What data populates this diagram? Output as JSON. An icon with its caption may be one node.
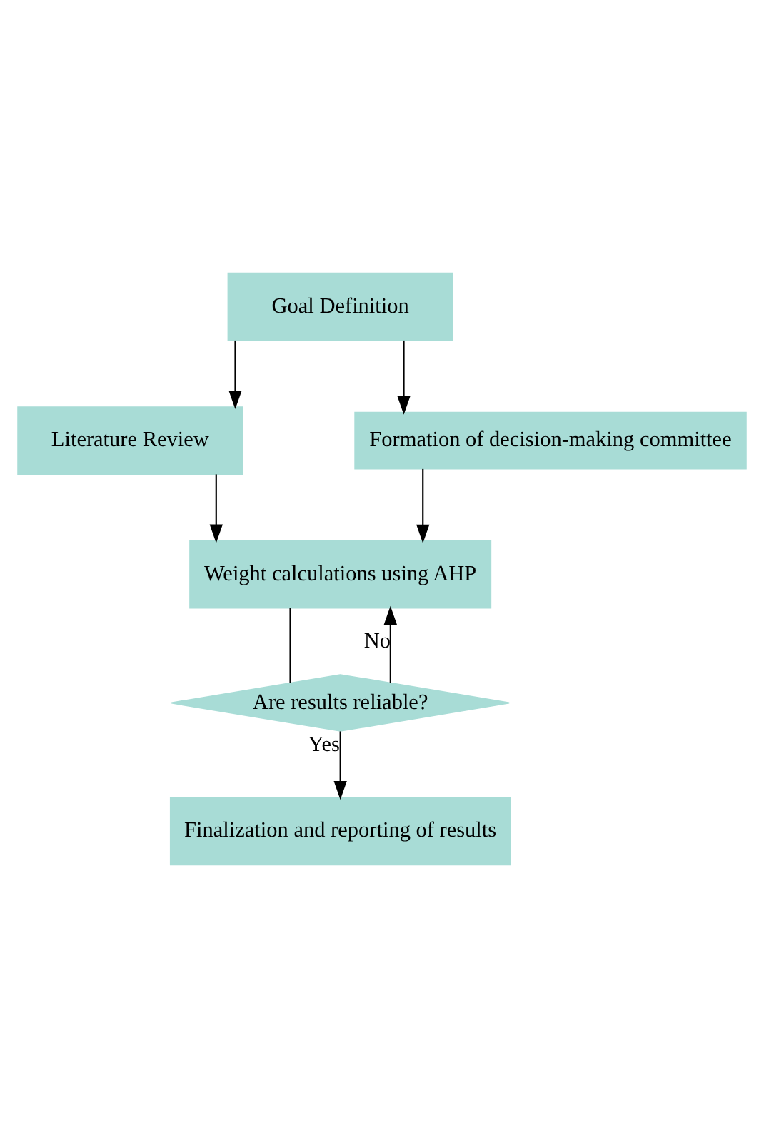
{
  "diagram": {
    "nodes": [
      {
        "text": [
          "Goal Definition"
        ]
      },
      {
        "text": [
          "Literature Review"
        ]
      },
      {
        "text": [
          "Formation of decision-making committee"
        ]
      },
      {
        "text": [
          "Weight calculations using AHP"
        ]
      },
      {
        "text": [
          "Are results reliable?"
        ]
      },
      {
        "text": [
          "Finalization and reporting of results"
        ]
      }
    ],
    "edges": [
      {
        "from": 0,
        "to": 1,
        "arrow": "to"
      },
      {
        "from": 0,
        "to": 2,
        "arrow": "to"
      },
      {
        "from": 1,
        "to": 3,
        "arrow": "to"
      },
      {
        "from": 2,
        "to": 3,
        "arrow": "to"
      },
      {
        "from": 3,
        "to": 4,
        "arrow": "none"
      },
      {
        "from": 4,
        "to": 3,
        "arrow": "to",
        "label": "No"
      },
      {
        "from": 4,
        "to": 5,
        "arrow": "to",
        "label": "Yes"
      }
    ]
  }
}
